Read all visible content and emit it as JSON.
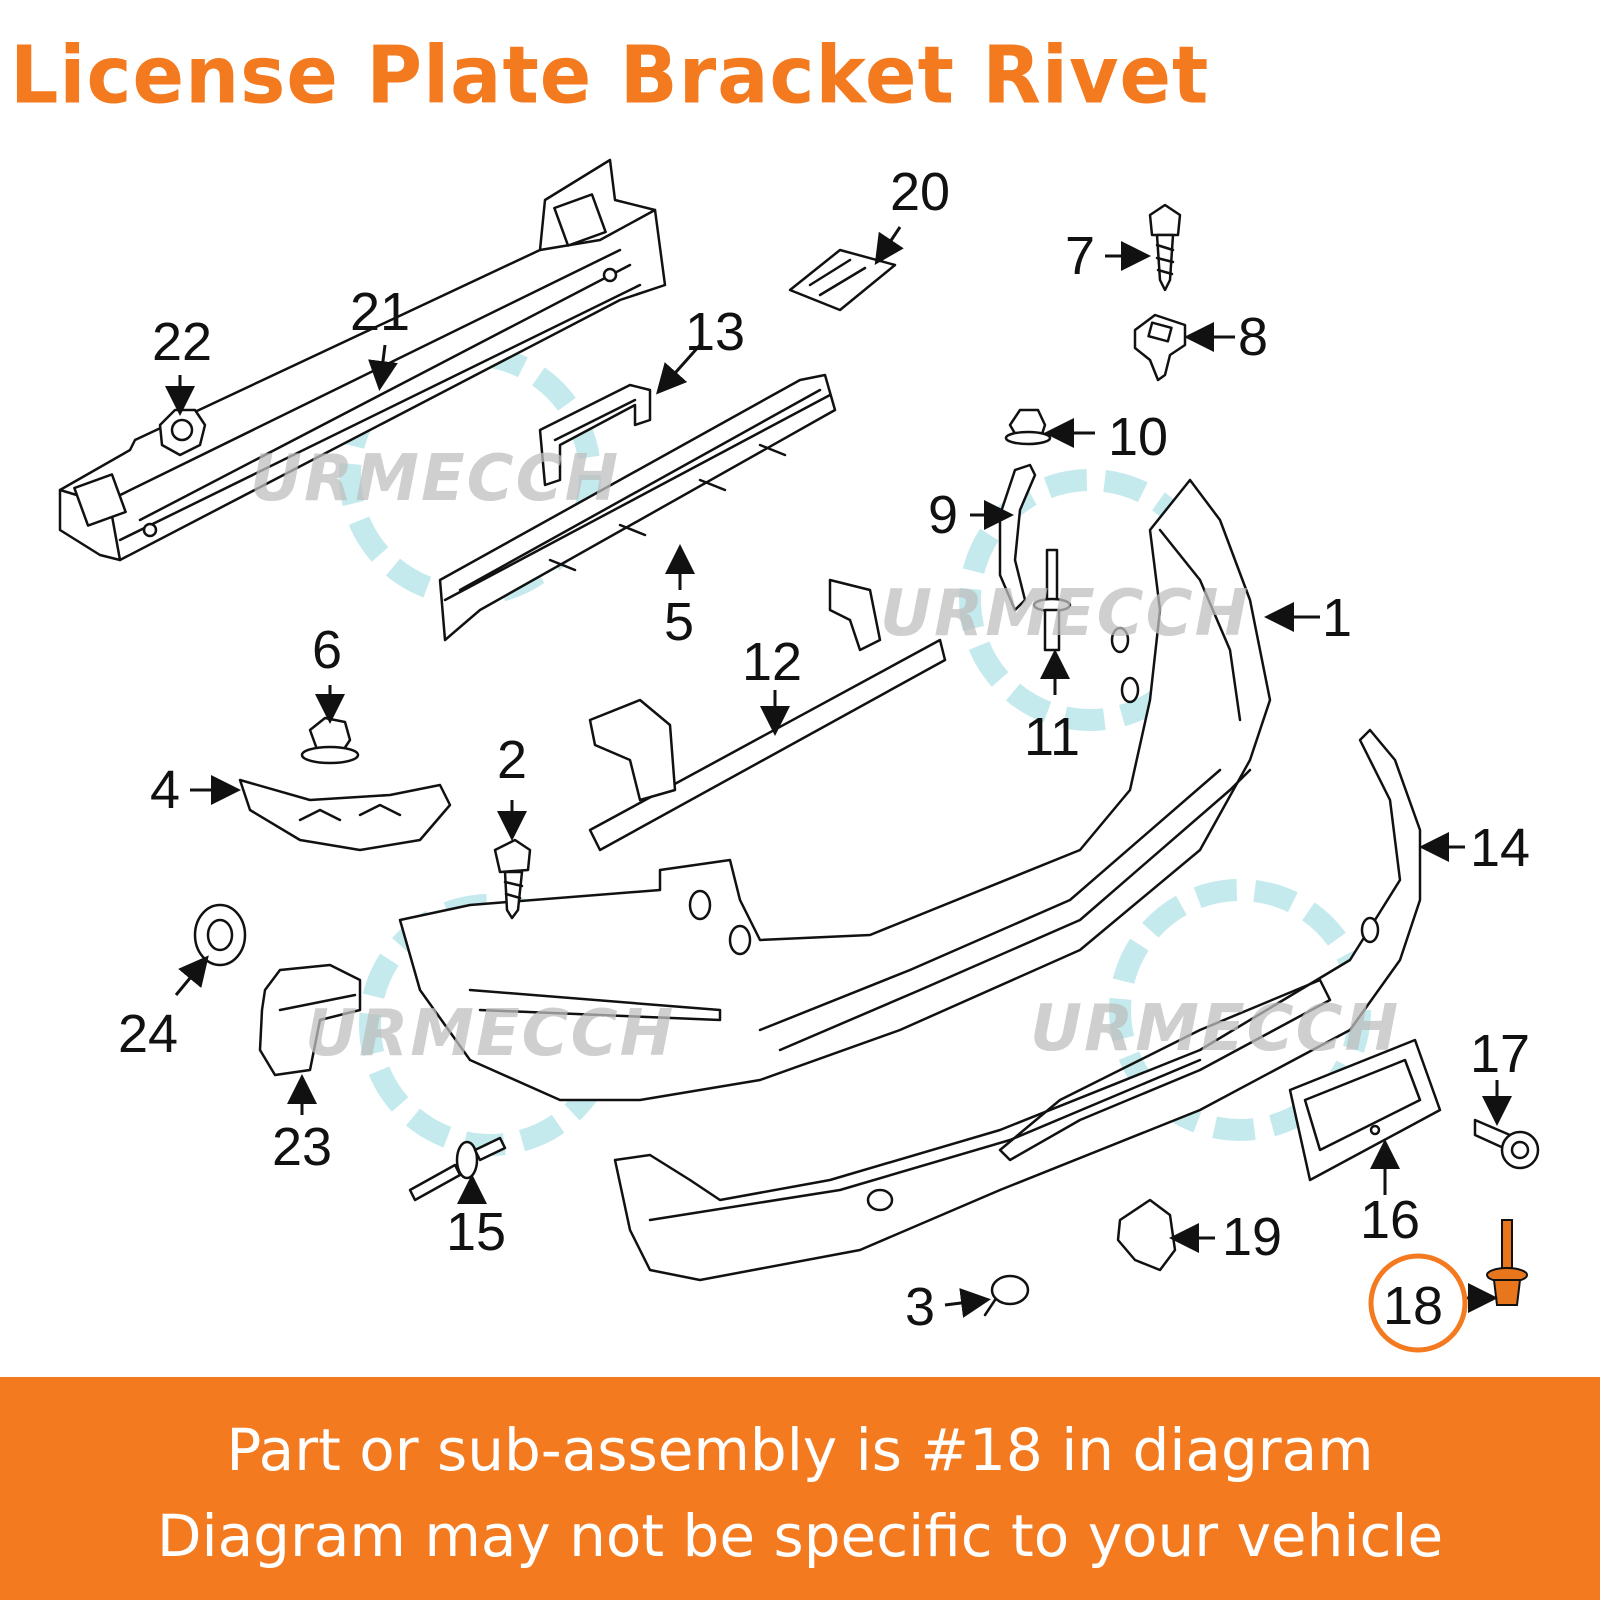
{
  "title": "License Plate Bracket Rivet",
  "watermark": "URMECCH",
  "highlight_part": "18",
  "callouts": [
    "1",
    "2",
    "3",
    "4",
    "5",
    "6",
    "7",
    "8",
    "9",
    "10",
    "11",
    "12",
    "13",
    "14",
    "15",
    "16",
    "17",
    "18",
    "19",
    "20",
    "21",
    "22",
    "23",
    "24"
  ],
  "footer": {
    "line1": "Part or sub-assembly is #18 in diagram",
    "line2": "Diagram may not be specific to your vehicle"
  },
  "colors": {
    "accent": "#f47a20",
    "footer_text": "#ffffff",
    "watermark_ring": "#7fd1d6",
    "highlight_part_fill": "#e8761c"
  }
}
